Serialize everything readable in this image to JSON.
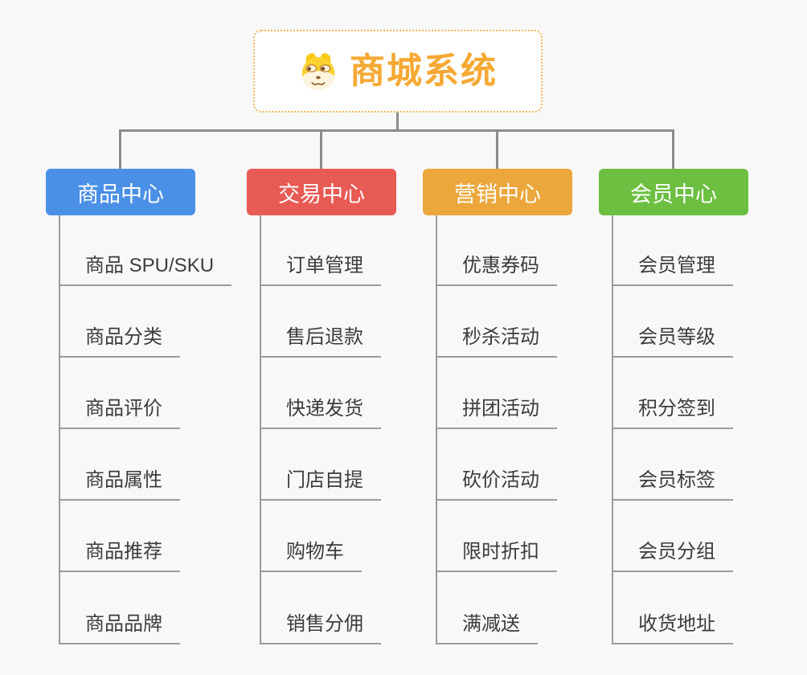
{
  "canvas": {
    "background": "#f8f8f8"
  },
  "root": {
    "title": "商城系统",
    "icon": "dog-face-icon",
    "text_color": "#f5a933",
    "border_color": "#f3b65a"
  },
  "lines": {
    "connector_color": "#8c8c8c",
    "leaf_line_color": "#9b9b9b"
  },
  "branches": [
    {
      "label": "商品中心",
      "color": "#4b90e7",
      "items": [
        "商品 SPU/SKU",
        "商品分类",
        "商品评价",
        "商品属性",
        "商品推荐",
        "商品品牌"
      ]
    },
    {
      "label": "交易中心",
      "color": "#e85a54",
      "items": [
        "订单管理",
        "售后退款",
        "快递发货",
        "门店自提",
        "购物车",
        "销售分佣"
      ]
    },
    {
      "label": "营销中心",
      "color": "#eba73c",
      "items": [
        "优惠券码",
        "秒杀活动",
        "拼团活动",
        "砍价活动",
        "限时折扣",
        "满减送"
      ]
    },
    {
      "label": "会员中心",
      "color": "#6cbf41",
      "items": [
        "会员管理",
        "会员等级",
        "积分签到",
        "会员标签",
        "会员分组",
        "收货地址"
      ]
    }
  ]
}
